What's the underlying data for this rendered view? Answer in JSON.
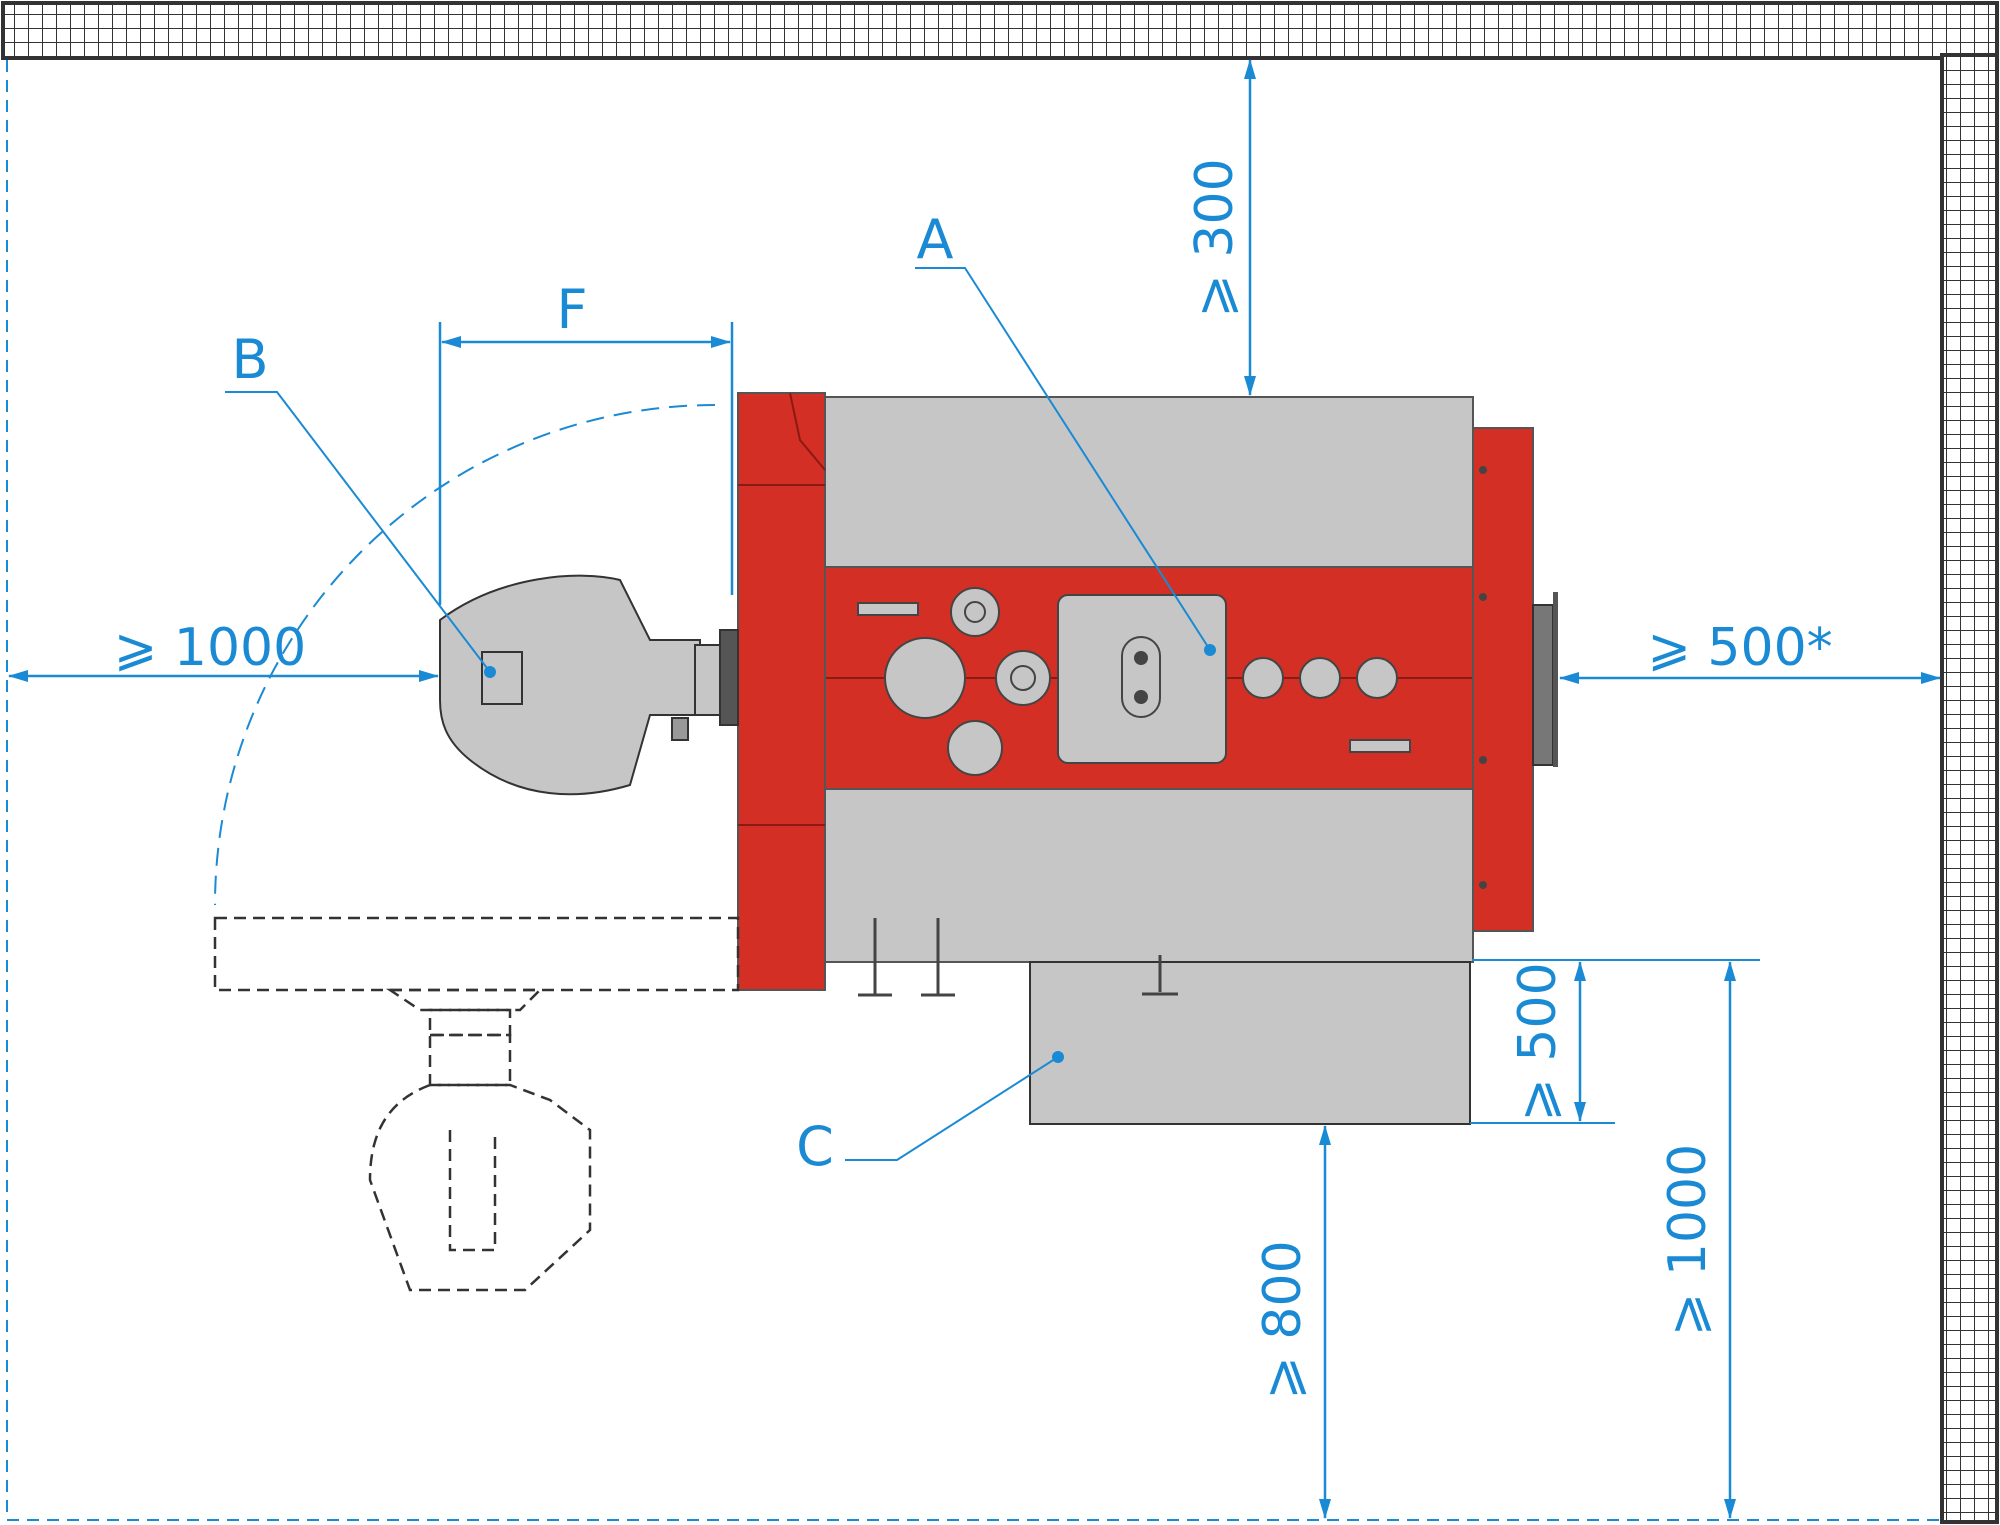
{
  "colors": {
    "dimension": "#1a8ad4",
    "boiler_red": "#d42f24",
    "boiler_gray": "#c6c6c6",
    "outline": "#333333",
    "wall_fill": "#ffffff"
  },
  "labels": {
    "A": "A",
    "B": "B",
    "C": "C",
    "F": "F"
  },
  "dimensions": {
    "left": "⩾ 1000",
    "top": "⩾ 300",
    "right": "⩾ 500*",
    "bottom_front": "⩾ 800",
    "bottom_side": "⩾ 500",
    "bottom_rear": "⩾ 1000"
  },
  "icons": {
    "wall": "wall-hatch",
    "boiler": "boiler-body",
    "burner": "burner",
    "burner_swung": "burner-swung-out-dashed",
    "tank": "accessory-box"
  }
}
